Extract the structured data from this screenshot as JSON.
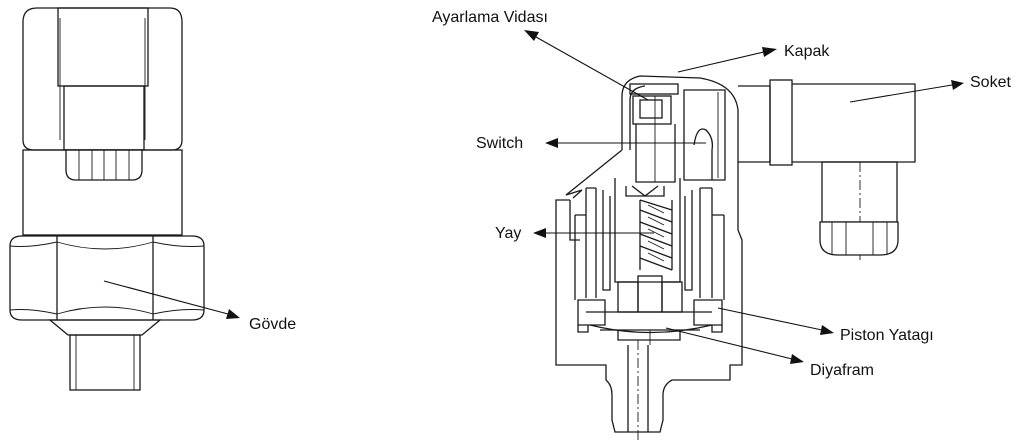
{
  "labels": {
    "govde": "Gövde",
    "ayarlama_vidasi": "Ayarlama Vidası",
    "kapak": "Kapak",
    "soket": "Soket",
    "switch": "Switch",
    "yay": "Yay",
    "piston_yatagi": "Piston Yatagı",
    "diyafram": "Diyafram"
  }
}
